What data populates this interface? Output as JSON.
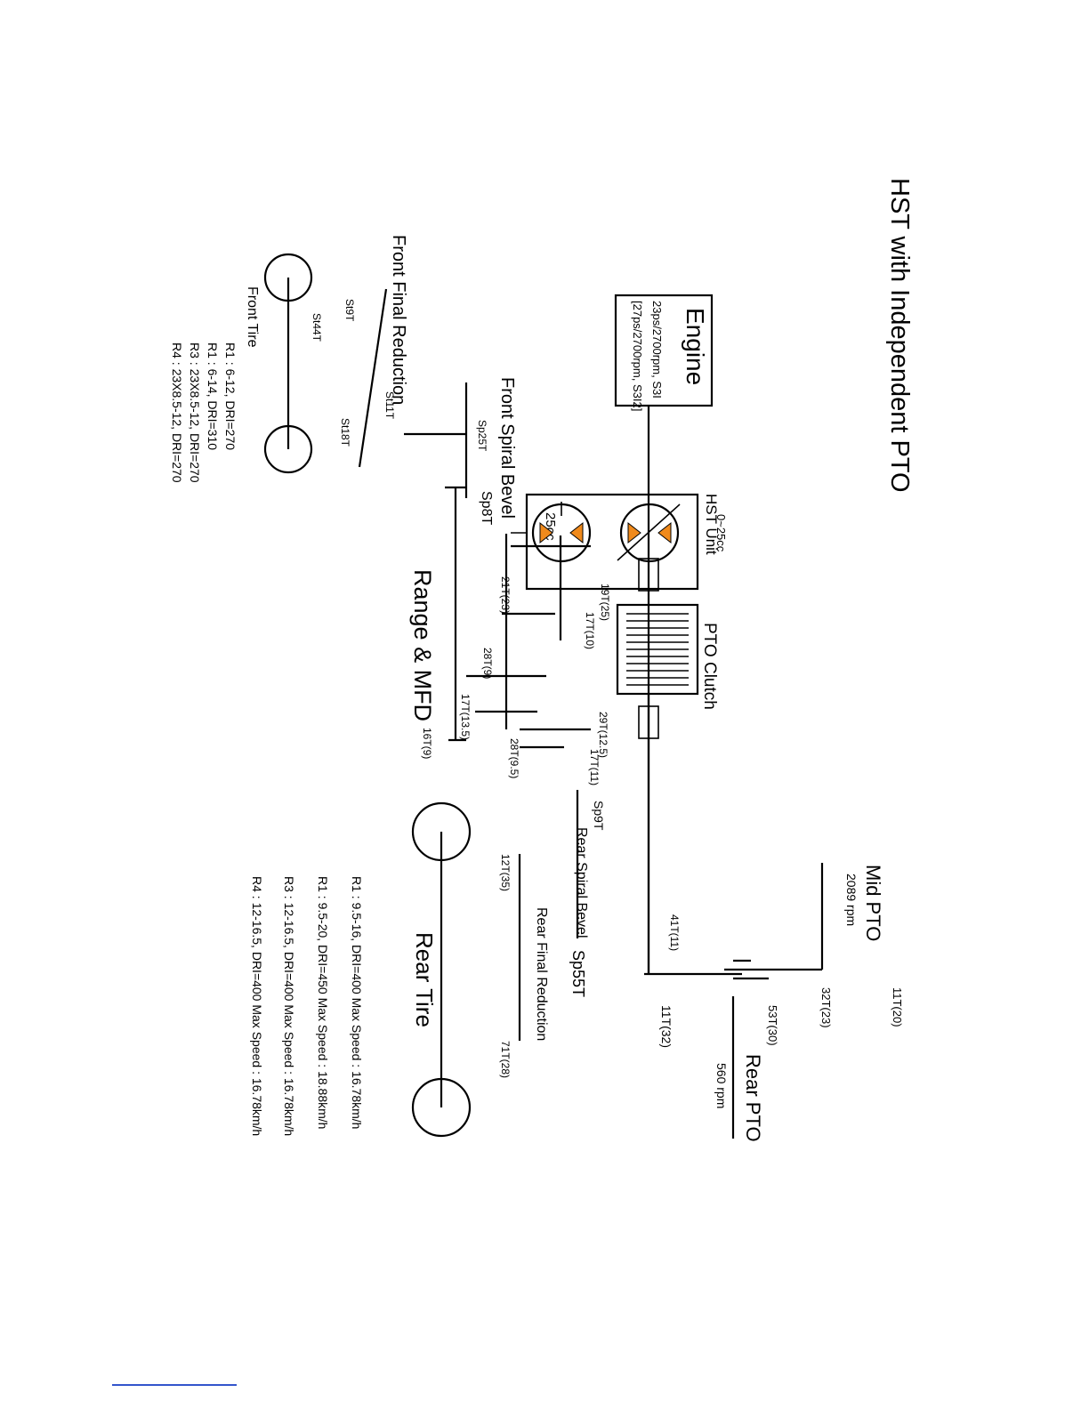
{
  "title": "HST with Independent PTO",
  "engine": {
    "label": "Engine",
    "spec1": "23ps/2700rpm, S3I",
    "spec2": "[27ps/2700rpm, S3I2]"
  },
  "hst": {
    "label": "HST Unit",
    "pump": "0~25cc",
    "motor": "25cc"
  },
  "pto_clutch": {
    "label": "PTO Clutch"
  },
  "range": {
    "label": "Range & MFD"
  },
  "gears": {
    "g19": "19T(25)",
    "g17a": "17T(10)",
    "g21": "21T(23)",
    "g28a": "28T(9)",
    "g17b": "17T(13.5)",
    "g16": "16T(9)",
    "g29": "29T(12.5)",
    "g17c": "17T(11)",
    "g28b": "28T(9.5)",
    "sp9": "Sp9T",
    "sp8": "Sp8T",
    "sp25": "Sp25T",
    "sp55": "Sp55T",
    "g12": "12T(35)",
    "g71": "71T(28)",
    "st9": "St9T",
    "st44": "St44T",
    "st11": "St11T",
    "st18": "St18T",
    "g41": "41T(11)",
    "g11a": "11T(32)",
    "g53": "53T(30)",
    "g32": "32T(23)",
    "g11b": "11T(20)"
  },
  "labels": {
    "front_spiral_bevel": "Front Spiral Bevel",
    "front_final_reduction": "Front Final Reduction",
    "front_tire": "Front Tire",
    "rear_spiral_bevel": "Rear Spiral Bevel",
    "rear_final_reduction": "Rear Final Reduction",
    "rear_tire": "Rear Tire",
    "mid_pto": "Mid PTO",
    "mid_pto_rpm": "2089 rpm",
    "rear_pto": "Rear PTO",
    "rear_pto_rpm": "560 rpm"
  },
  "front_tire_specs": [
    "R1 : 6-12, DRI=270",
    "R1 : 6-14, DRI=310",
    "R3 : 23X8.5-12, DRI=270",
    "R4 : 23X8.5-12, DRI=270"
  ],
  "rear_tire_specs": [
    "R1 : 9.5-16, DRI=400  Max Speed : 16.78km/h",
    "R1 : 9.5-20, DRI=450  Max Speed : 18.88km/h",
    "R3 : 12-16.5, DRI=400  Max Speed : 16.78km/h",
    "R4 : 12-16.5, DRI=400  Max Speed : 16.78km/h"
  ],
  "marks": {
    "x": "×",
    "o": "o"
  },
  "colors": {
    "triangle": "#f08a1c",
    "line": "#000000"
  }
}
